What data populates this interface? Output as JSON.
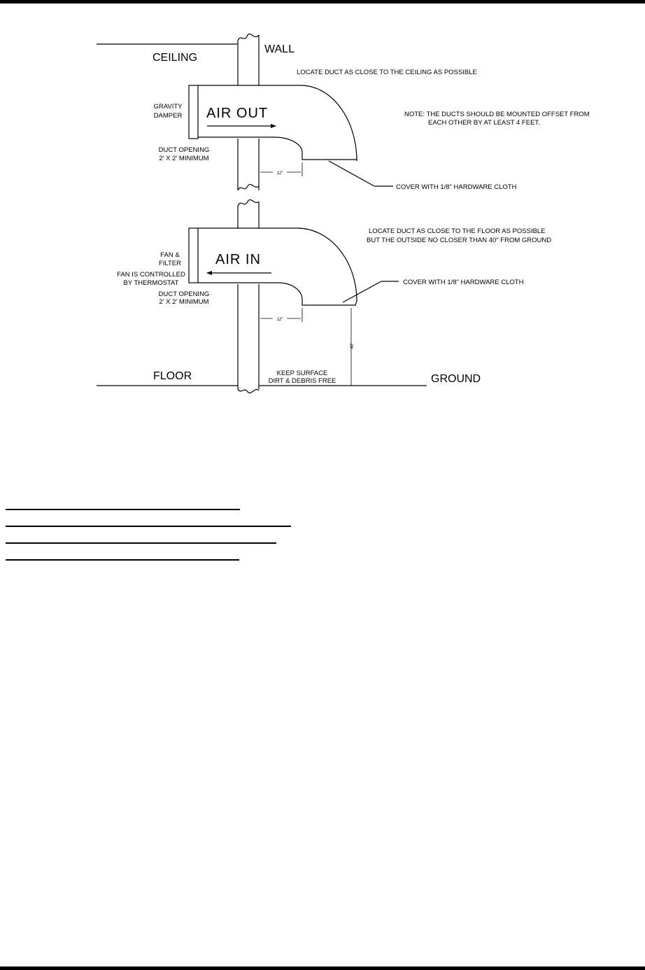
{
  "labels": {
    "ceiling": "CEILING",
    "wall": "WALL",
    "floor": "FLOOR",
    "ground": "GROUND",
    "gravity_damper_1": "GRAVITY",
    "gravity_damper_2": "DAMPER",
    "air_out": "AIR OUT",
    "air_in": "AIR IN",
    "fan_filter_1": "FAN &",
    "fan_filter_2": "FILTER",
    "fan_control_1": "FAN IS CONTROLLED",
    "fan_control_2": "BY THERMOSTAT",
    "duct_opening_1": "DUCT OPENING",
    "duct_opening_2": "2' X 2' MINIMUM",
    "duct_opening_3": "DUCT OPENING",
    "duct_opening_4": "2' X 2' MINIMUM",
    "locate_ceiling": "LOCATE DUCT AS CLOSE TO THE CEILING AS POSSIBLE",
    "note_1": "NOTE: THE DUCTS SHOULD BE MOUNTED OFFSET FROM",
    "note_2": "EACH OTHER BY AT LEAST 4 FEET.",
    "cover_1": "COVER WITH 1/8\" HARDWARE CLOTH",
    "cover_2": "COVER WITH 1/8\" HARDWARE CLOTH",
    "locate_floor_1": "LOCATE DUCT AS CLOSE TO THE FLOOR AS POSSIBLE",
    "locate_floor_2": "BUT THE OUTSIDE NO CLOSER THAN 40\" FROM GROUND",
    "dim_12_top": "12\"",
    "dim_12_bottom": "12\"",
    "dim_40": "40\"",
    "keep_surface_1": "KEEP SURFACE",
    "keep_surface_2": "DIRT & DEBRIS FREE"
  }
}
